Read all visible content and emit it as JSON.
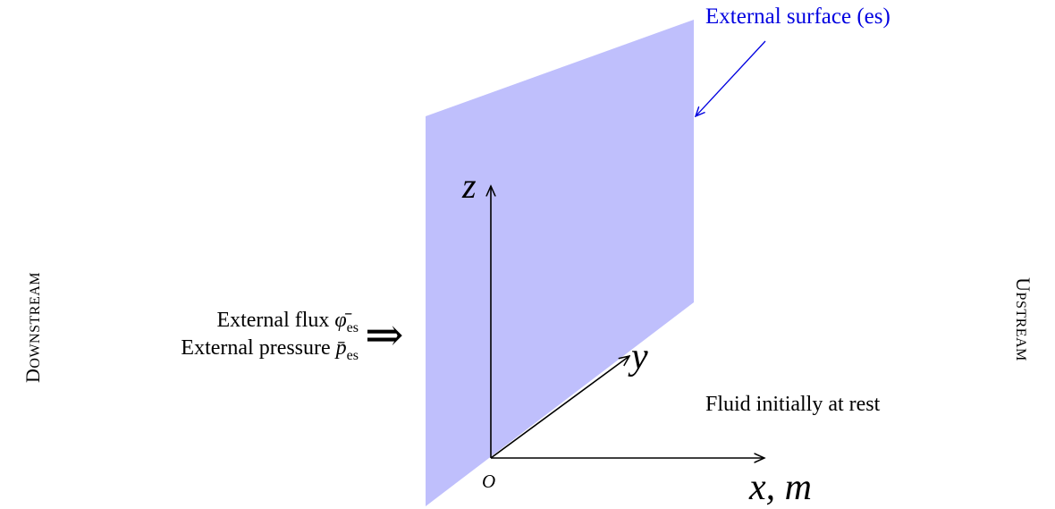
{
  "colors": {
    "surface_fill": "#bfbffc",
    "label_blue": "#0000e0",
    "axis": "#000000"
  },
  "labels": {
    "surface": "External surface (es)",
    "downstream_first": "D",
    "downstream_rest": "OWNSTREAM",
    "upstream_first": "U",
    "upstream_rest": "PSTREAM",
    "flux_text": "External flux ",
    "flux_symbol": "φ̄",
    "flux_sub": "es",
    "pressure_text": "External pressure ",
    "pressure_symbol": "p̄",
    "pressure_sub": "es",
    "implies_arrow": "⇒",
    "fluid_rest": "Fluid initially at rest",
    "origin": "O",
    "axis_z": "z",
    "axis_y": "y",
    "axis_x": "x, m"
  }
}
